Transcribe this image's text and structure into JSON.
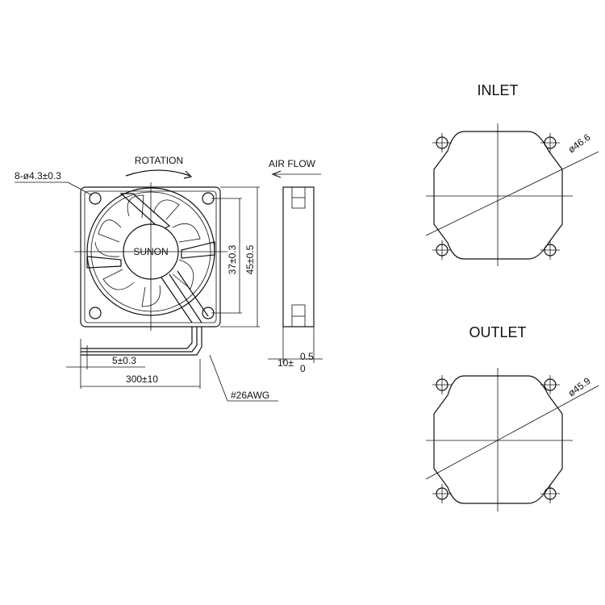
{
  "front_view": {
    "rotation_label": "ROTATION",
    "hole_callout": "8-ø4.3±0.3",
    "brand": "SUNON",
    "dim_hole_pitch": "37±0.3",
    "dim_frame": "45±0.5",
    "dim_strip": "5±0.3",
    "dim_lead_length": "300±10",
    "wire_gauge": "#26AWG"
  },
  "side_view": {
    "airflow_label": "AIR FLOW",
    "thickness_base": "10±",
    "thickness_upper": "0.5",
    "thickness_lower": "0"
  },
  "inlet_view": {
    "title": "INLET",
    "diameter": "ø46.6"
  },
  "outlet_view": {
    "title": "OUTLET",
    "diameter": "ø45.9"
  }
}
